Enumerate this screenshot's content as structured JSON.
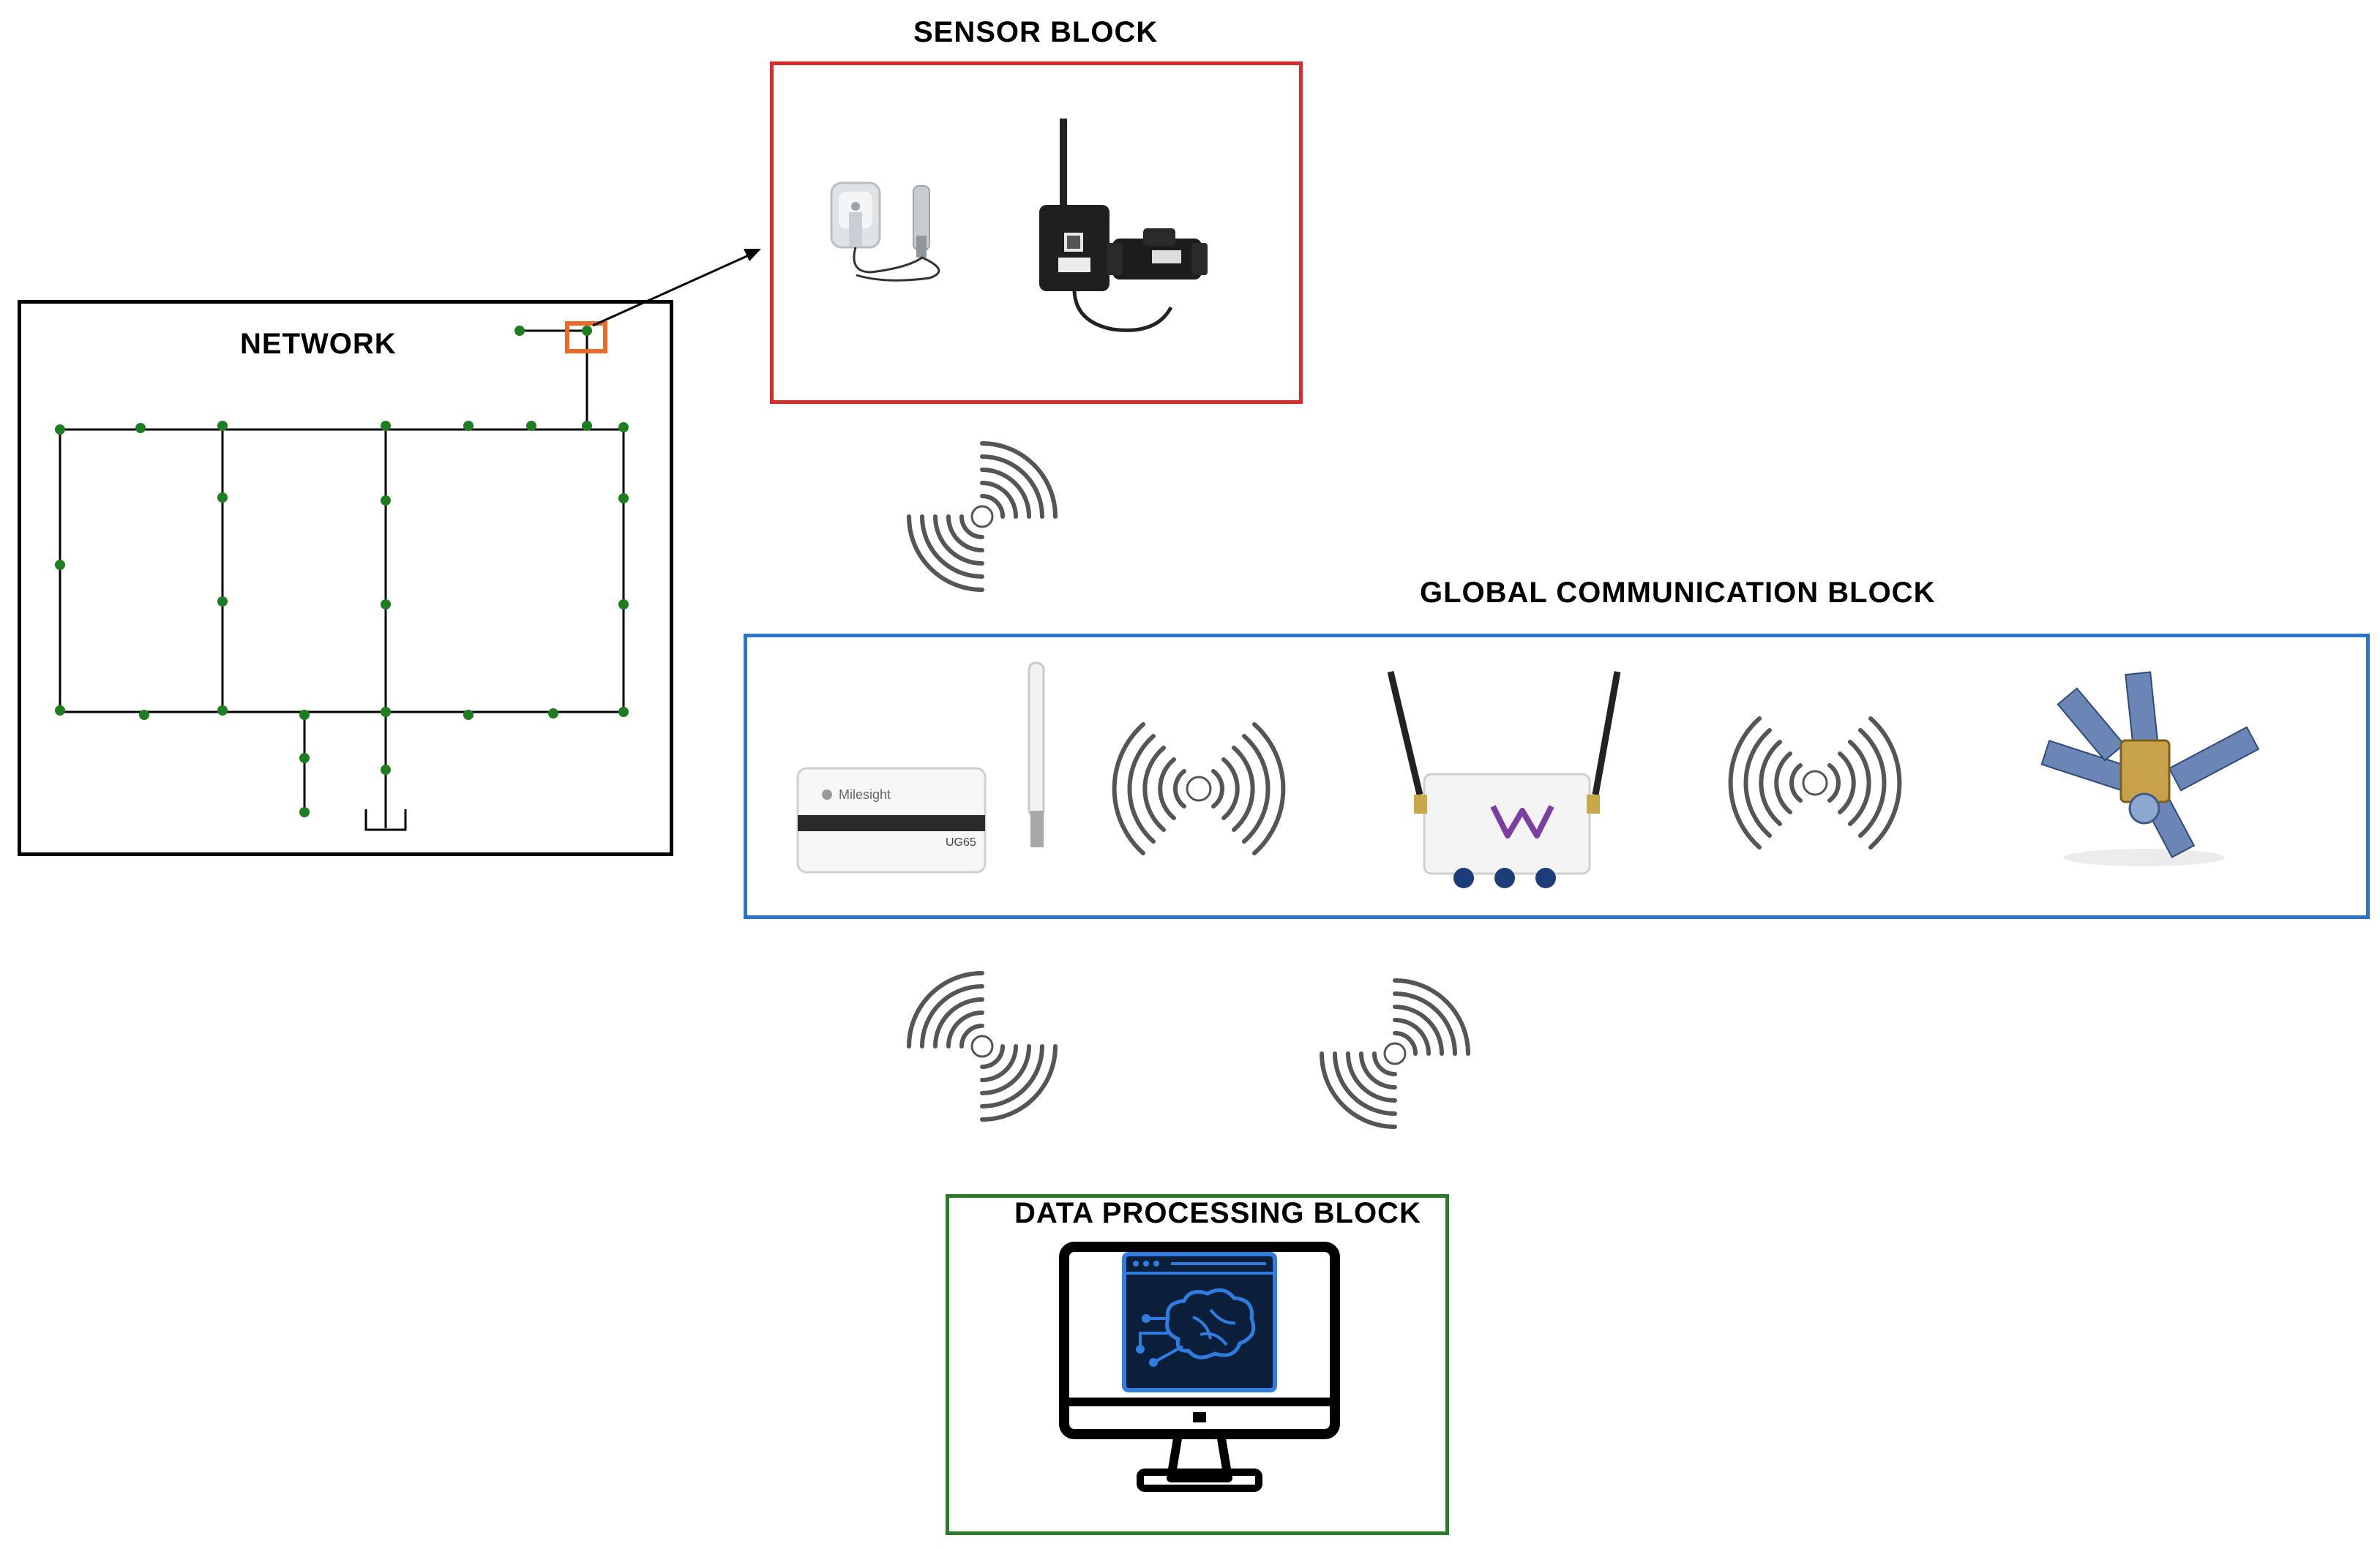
{
  "diagram": {
    "network": {
      "label": "NETWORK",
      "border_color": "#000000",
      "node_color": "#1e7d1e"
    },
    "sensor_block": {
      "label": "SENSOR BLOCK",
      "border_color": "#d92b2b"
    },
    "global_communication_block": {
      "label": "GLOBAL COMMUNICATION BLOCK",
      "border_color": "#2c74c4"
    },
    "data_processing_block": {
      "label": "DATA PROCESSING BLOCK",
      "border_color": "#2a7a2a"
    },
    "highlight_color": "#ea6a2a",
    "device_labels": {
      "gateway_brand": "Milesight",
      "gateway_model": "UG65"
    }
  }
}
